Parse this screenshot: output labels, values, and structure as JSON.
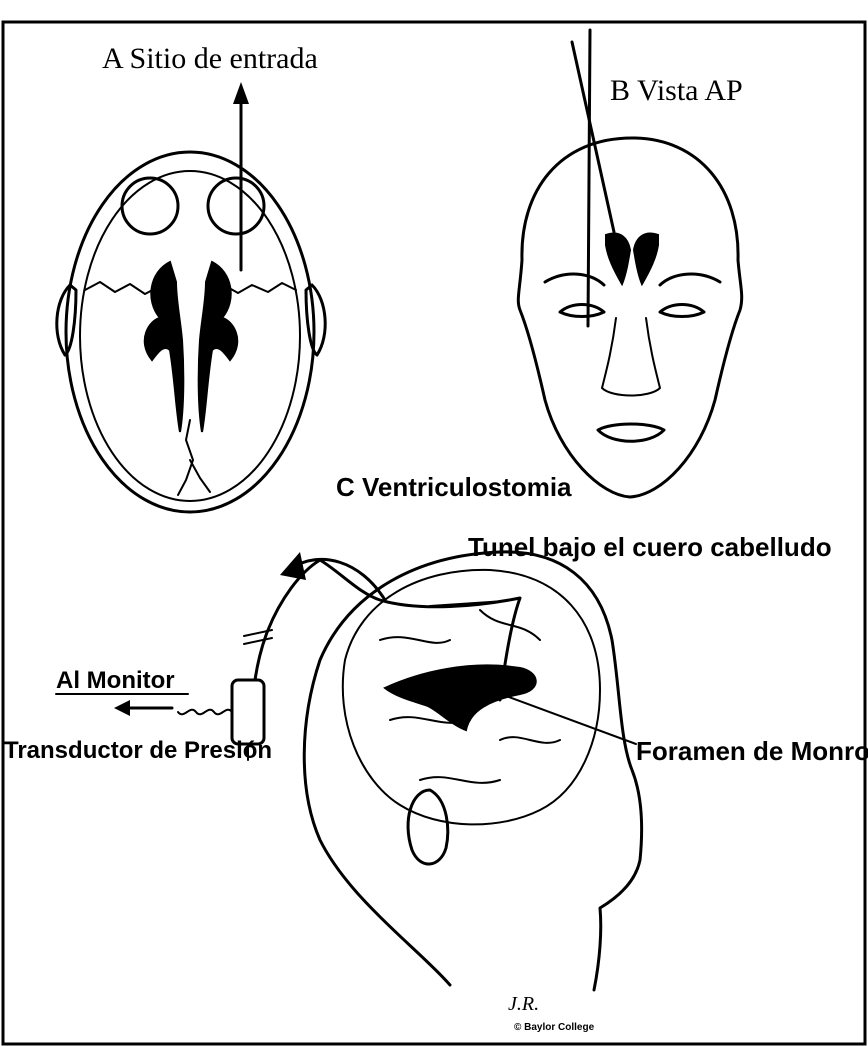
{
  "panel_a": {
    "label": "A  Sitio de entrada"
  },
  "panel_b": {
    "label": "B  Vista AP"
  },
  "panel_c": {
    "label": "C Ventriculostomia",
    "tunnel_label": "Tunel bajo el cuero cabelludo",
    "monitor_label": "Al Monitor",
    "transducer_label": "Transductor de Presión",
    "foramen_label": "Foramen de Monro"
  },
  "signature": {
    "initials": "J.R.",
    "credit": "© Baylor College"
  }
}
